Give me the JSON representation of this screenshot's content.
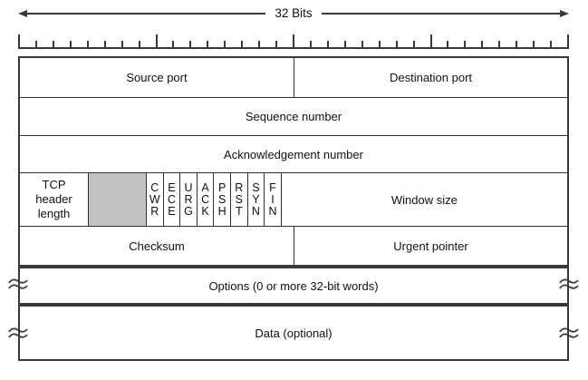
{
  "title": {
    "label": "32 Bits"
  },
  "ruler": {
    "divisions": 32,
    "major_every": 8
  },
  "fields": {
    "source_port": "Source port",
    "destination_port": "Destination port",
    "sequence_number": "Sequence number",
    "acknowledgement_number": "Acknowledgement number",
    "tcp_header_length": "TCP header length",
    "window_size": "Window size",
    "checksum": "Checksum",
    "urgent_pointer": "Urgent pointer",
    "options": "Options (0 or more 32-bit words)",
    "data": "Data (optional)"
  },
  "flags": [
    "CWR",
    "ECE",
    "URG",
    "ACK",
    "PSH",
    "RST",
    "SYN",
    "FIN"
  ],
  "colors": {
    "line": "#3a3a3a",
    "reserved_fill": "#c2c2c2",
    "text": "#111111",
    "background": "#ffffff"
  }
}
